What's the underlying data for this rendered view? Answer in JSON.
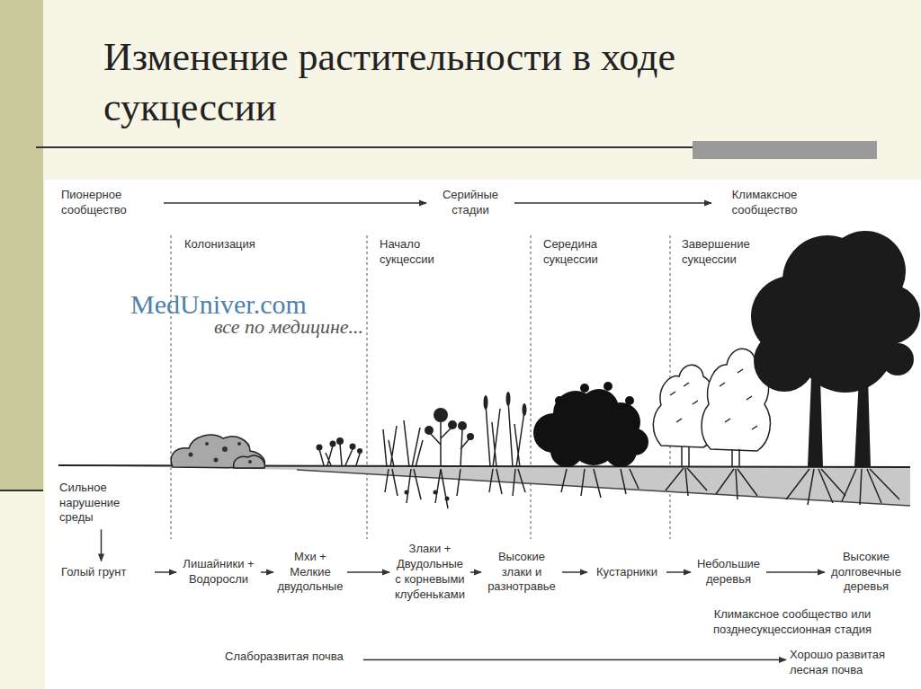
{
  "diagram": {
    "title": "Изменение растительности в ходе сукцессии",
    "nodes": [
      {
        "text": [
          "Пионерное сообщество"
        ]
      },
      {
        "text": [
          "Серийные стадии"
        ]
      },
      {
        "text": [
          "Климаксное сообщество"
        ]
      },
      {
        "text": [
          "Сильное нарушение среды"
        ]
      },
      {
        "text": [
          "Голый грунт"
        ]
      },
      {
        "text": [
          "Лишайники + Водоросли"
        ]
      },
      {
        "text": [
          "Мхи + Мелкие двудольные"
        ]
      },
      {
        "text": [
          "Злаки + Двудольные с корневыми клубеньками"
        ]
      },
      {
        "text": [
          "Высокие злаки и разнотравье"
        ]
      },
      {
        "text": [
          "Кустарники"
        ]
      },
      {
        "text": [
          "Небольшие деревья"
        ]
      },
      {
        "text": [
          "Высокие долговечные деревья"
        ]
      },
      {
        "text": [
          "Слаборазвитая почва"
        ]
      },
      {
        "text": [
          "Хорошо развитая лесная почва"
        ]
      }
    ],
    "edges": [
      {
        "from": 0,
        "to": 1,
        "arrow": "to"
      },
      {
        "from": 1,
        "to": 2,
        "arrow": "to"
      },
      {
        "from": 3,
        "to": 4,
        "arrow": "to"
      },
      {
        "from": 4,
        "to": 5,
        "arrow": "to"
      },
      {
        "from": 5,
        "to": 6,
        "arrow": "to"
      },
      {
        "from": 6,
        "to": 7,
        "arrow": "to"
      },
      {
        "from": 7,
        "to": 8,
        "arrow": "to"
      },
      {
        "from": 8,
        "to": 9,
        "arrow": "to"
      },
      {
        "from": 9,
        "to": 10,
        "arrow": "to"
      },
      {
        "from": 10,
        "to": 11,
        "arrow": "to"
      },
      {
        "from": 12,
        "to": 13,
        "arrow": "to"
      }
    ],
    "labels": [
      "Колонизация",
      "Начало сукцессии",
      "Середина сукцессии",
      "Завершение сукцессии",
      "MedUniver.com",
      "все по медицине...",
      "Климаксное сообщество или позднесукцессионная стадия"
    ]
  }
}
